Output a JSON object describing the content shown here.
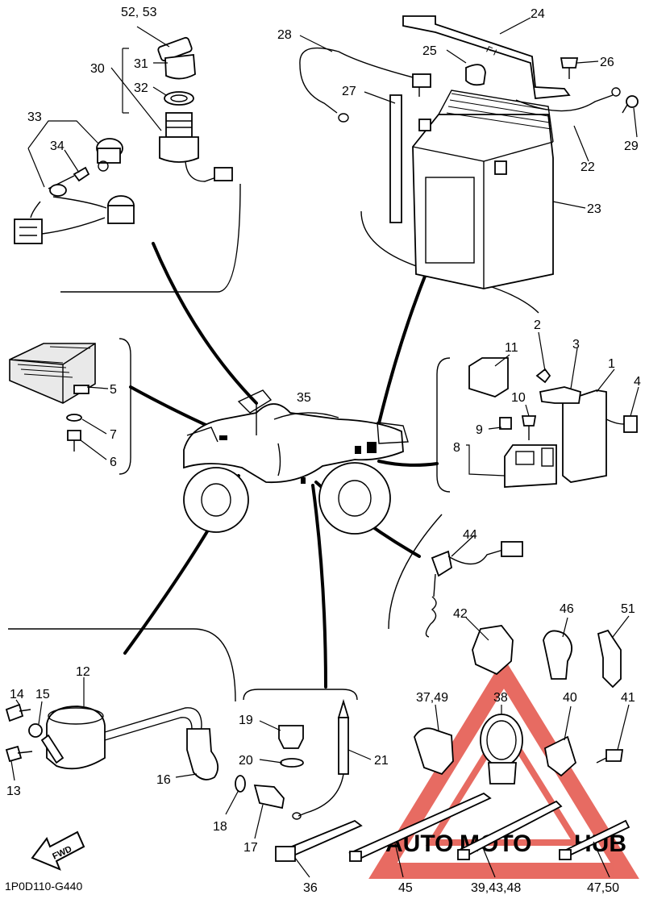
{
  "diagram_code": "1P0D110-G440",
  "fwd_label": "FWD",
  "watermark": {
    "text_a": "AUTO",
    "text_b": "MOTO",
    "text_c": "HUB",
    "color_red": "#e03a2e",
    "color_orange": "#f0a53a",
    "color_gray": "#7f7f7f"
  },
  "callouts": {
    "c1": "1",
    "c2": "2",
    "c3": "3",
    "c4": "4",
    "c5": "5",
    "c6": "6",
    "c7": "7",
    "c8": "8",
    "c9": "9",
    "c10": "10",
    "c11": "11",
    "c12": "12",
    "c13": "13",
    "c14": "14",
    "c15": "15",
    "c16": "16",
    "c17": "17",
    "c18": "18",
    "c19": "19",
    "c20": "20",
    "c21": "21",
    "c22": "22",
    "c23": "23",
    "c24": "24",
    "c25": "25",
    "c26": "26",
    "c27": "27",
    "c28": "28",
    "c29": "29",
    "c30": "30",
    "c31": "31",
    "c32": "32",
    "c33": "33",
    "c34": "34",
    "c35": "35",
    "c36": "36",
    "c37_49": "37,49",
    "c38": "38",
    "c39_43_48": "39,43,48",
    "c40": "40",
    "c41": "41",
    "c42": "42",
    "c44": "44",
    "c45": "45",
    "c46": "46",
    "c47_50": "47,50",
    "c51": "51",
    "c52_53": "52, 53"
  }
}
